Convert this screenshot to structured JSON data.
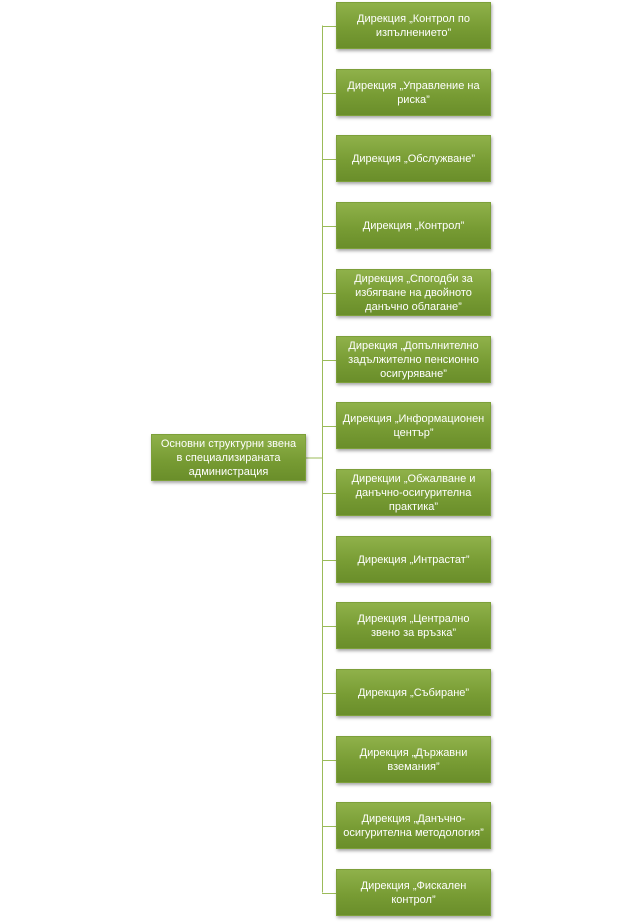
{
  "root": {
    "label": "Основни структурни звена в специализираната администрация"
  },
  "colors": {
    "box": "#7a9d36",
    "line": "#9bbb59",
    "text": "#ffffff"
  },
  "children": [
    {
      "label": "Дирекция „Контрол по изпълнението”"
    },
    {
      "label": "Дирекция „Управление на риска”"
    },
    {
      "label": "Дирекция „Обслужване”"
    },
    {
      "label": "Дирекция „Контрол”"
    },
    {
      "label": "Дирекция „Спогодби за избягване на двойното данъчно облагане”"
    },
    {
      "label": "Дирекция „Допълнително задължително пенсионно осигуряване”"
    },
    {
      "label": "Дирекция „Информационен център”"
    },
    {
      "label": "Дирекции „Обжалване и данъчно-осигурителна практика”"
    },
    {
      "label": "Дирекция „Интрастат”"
    },
    {
      "label": "Дирекция „Централно звено за връзка”"
    },
    {
      "label": "Дирекция „Събиране”"
    },
    {
      "label": "Дирекция „Държавни вземания”"
    },
    {
      "label": "Дирекция „Данъчно-осигурителна методология”"
    },
    {
      "label": "Дирекция „Фискален контрол”"
    }
  ]
}
